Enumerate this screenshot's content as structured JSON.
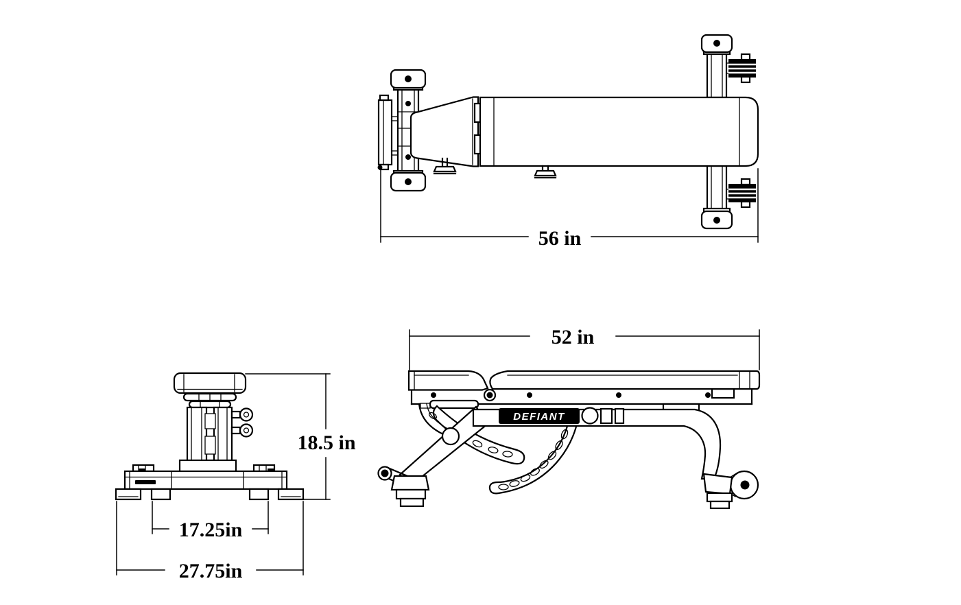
{
  "colors": {
    "ink": "#000000",
    "background": "#ffffff"
  },
  "dimensions": {
    "top_view_overall_length": "56 in",
    "side_view_pad_length": "52 in",
    "front_view_height": "18.5 in",
    "front_view_inner_foot_width": "17.25in",
    "front_view_outer_foot_width": "27.75in"
  },
  "brand": {
    "logo": "DEFIANT"
  }
}
